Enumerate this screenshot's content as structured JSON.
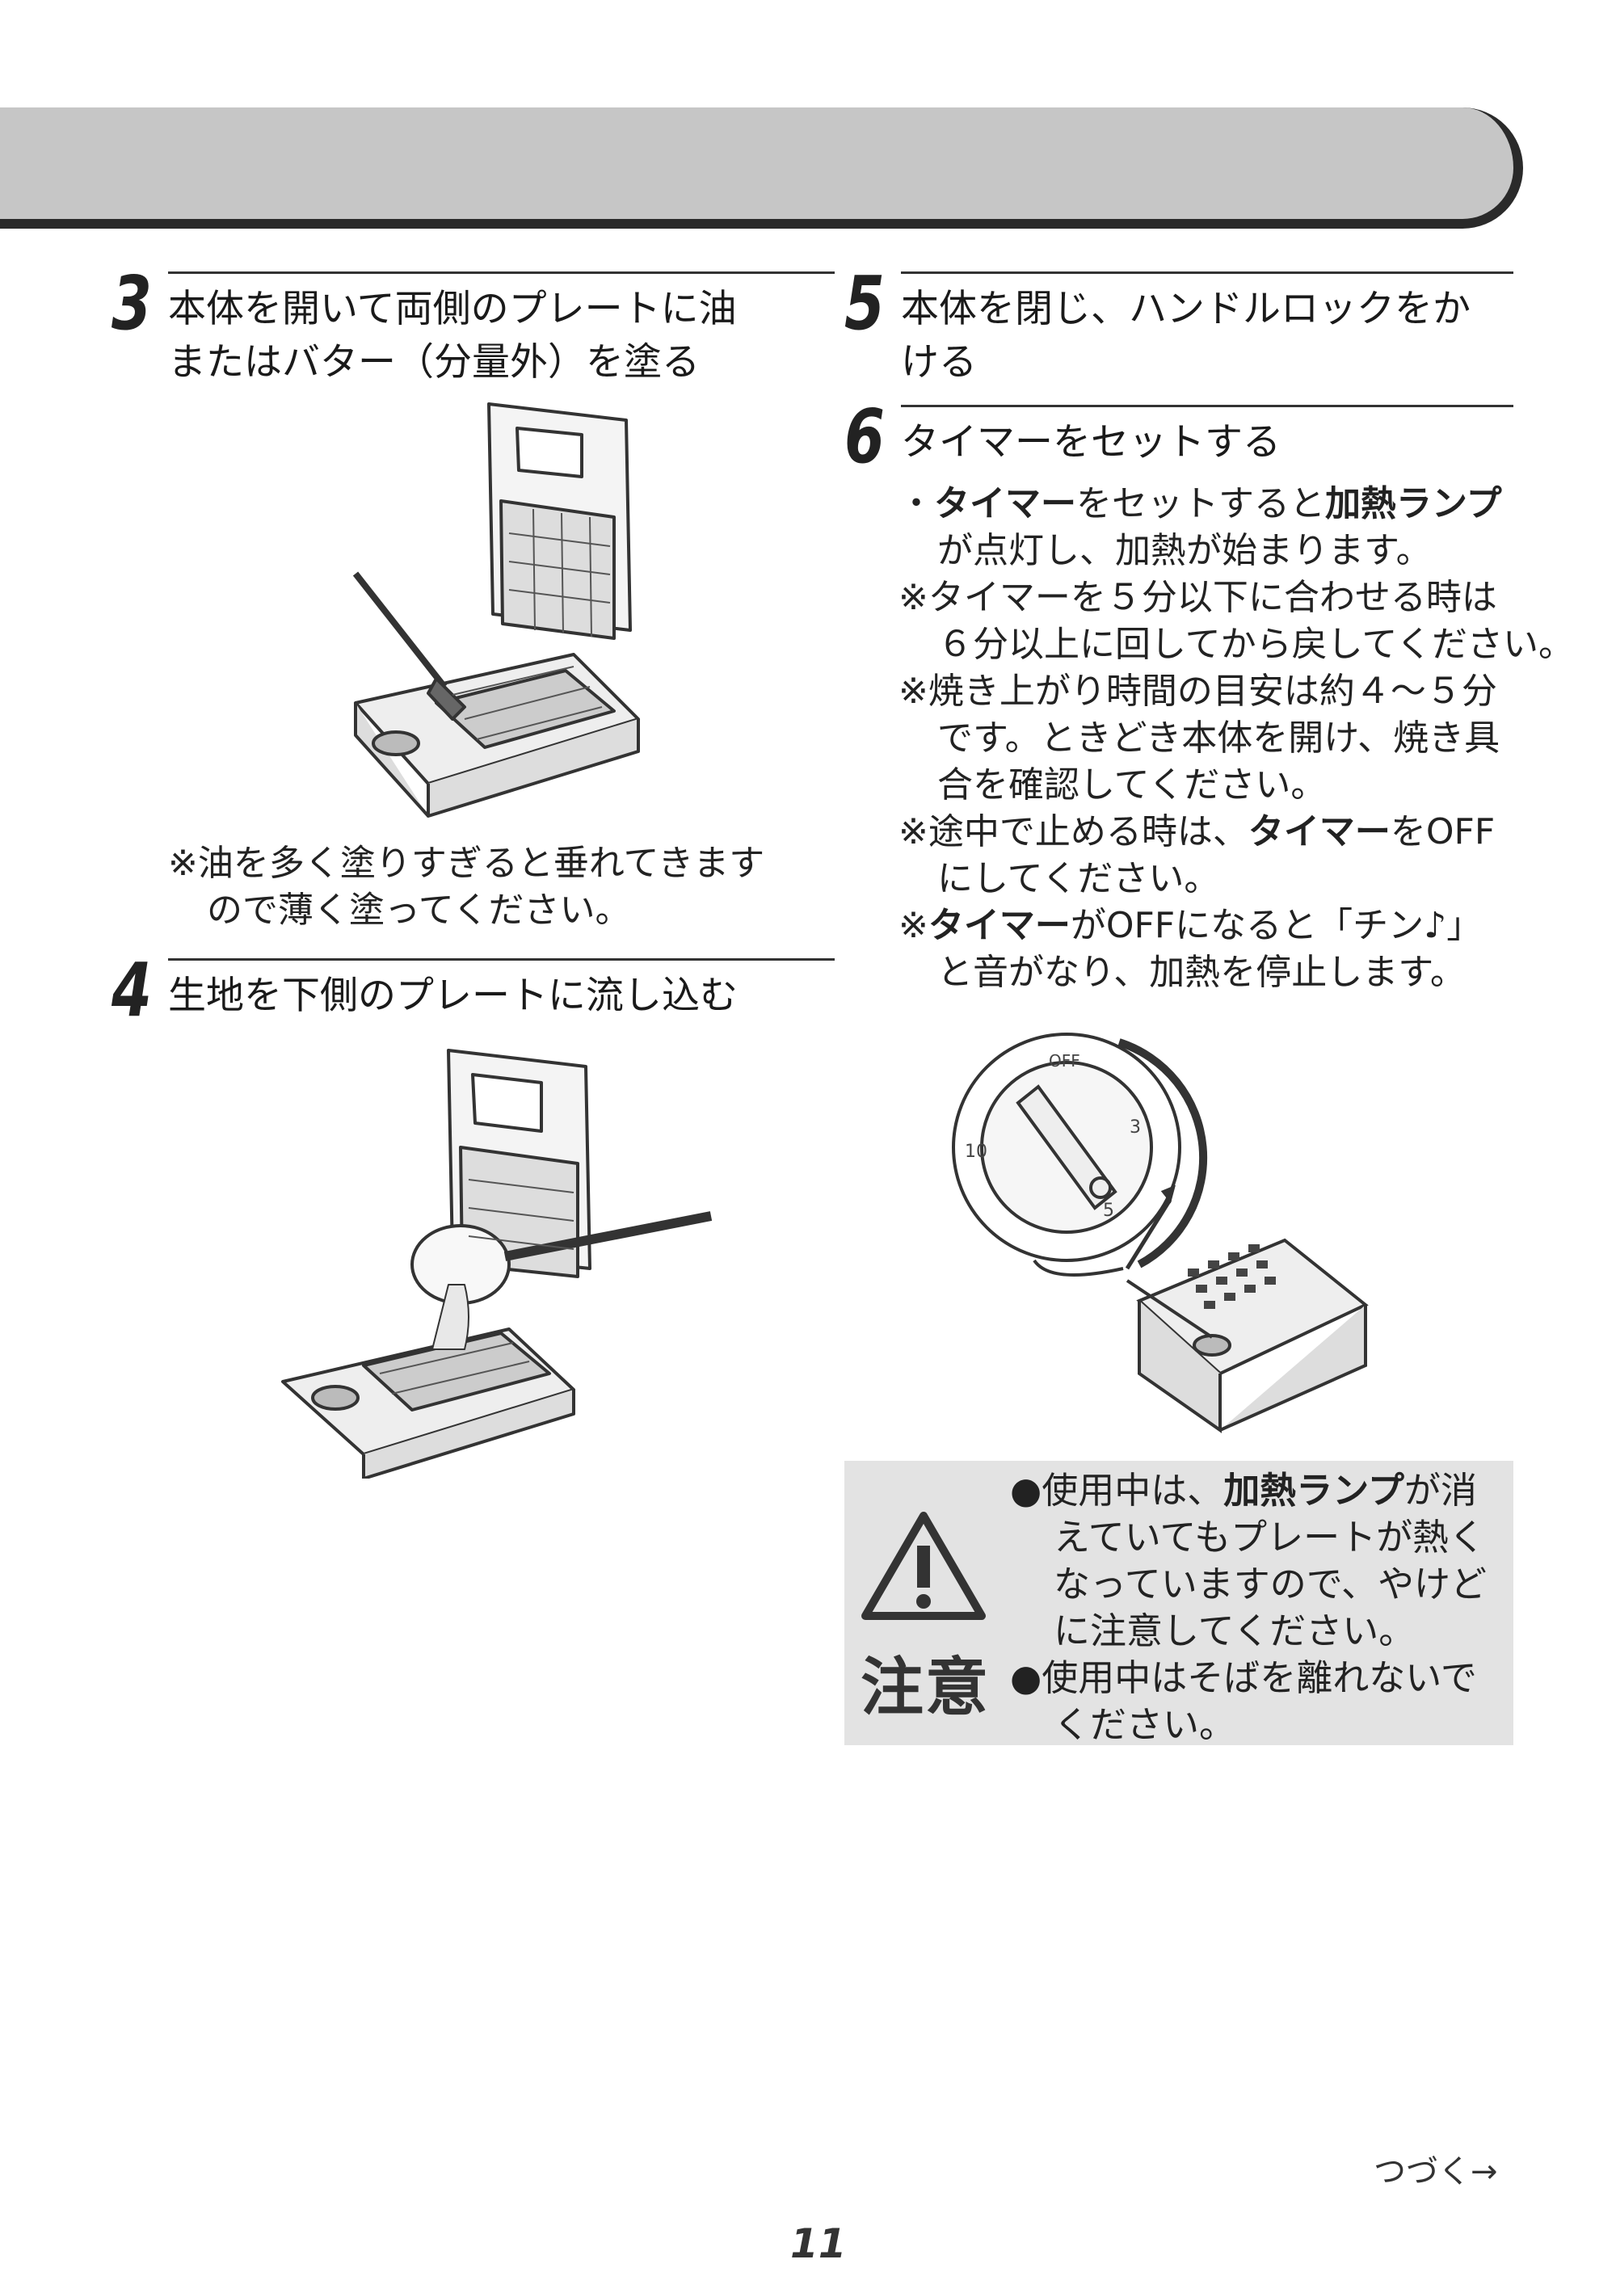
{
  "header": {
    "bar": ""
  },
  "step3": {
    "number": "3",
    "title_line1": "本体を開いて両側のプレートに油",
    "title_line2": "またはバター（分量外）を塗る",
    "note_line1": "※油を多く塗りすぎると垂れてきます",
    "note_line2": "ので薄く塗ってください。"
  },
  "step4": {
    "number": "4",
    "title": "生地を下側のプレートに流し込む"
  },
  "step5": {
    "number": "5",
    "title_line1": "本体を閉じ、ハンドルロックをか",
    "title_line2": "ける"
  },
  "step6": {
    "number": "6",
    "title": "タイマーをセットする",
    "bullet": {
      "mark": "・",
      "kw1": "タイマー",
      "t1": "をセットすると",
      "kw2": "加熱ランプ",
      "line2": "が点灯し、加熱が始まります。"
    },
    "note1_line1": "※タイマーを５分以下に合わせる時は",
    "note1_line2": "６分以上に回してから戻してください。",
    "note2_line1": "※焼き上がり時間の目安は約４〜５分",
    "note2_line2": "です。ときどき本体を開け、焼き具",
    "note2_line3": "合を確認してください。",
    "note3": {
      "pre": "※途中で止める時は、",
      "kw": "タイマー",
      "post": "をOFF",
      "line2": "にしてください。"
    },
    "note4": {
      "pre": "※",
      "kw": "タイマー",
      "post": "がOFFになると「チン♪」",
      "line2": "と音がなり、加熱を停止します。"
    }
  },
  "dial": {
    "off": "OFF",
    "n3": "3",
    "n5": "5",
    "n10": "10"
  },
  "caution": {
    "label": "注意",
    "item1": {
      "bullet": "●",
      "pre": "使用中は、",
      "kw": "加熱ランプ",
      "post": "が消",
      "line2": "えていてもプレートが熱く",
      "line3": "なっていますので、やけど",
      "line4": "に注意してください。"
    },
    "item2": {
      "bullet": "●",
      "line1": "使用中はそばを離れないで",
      "line2": "ください。"
    }
  },
  "footer": {
    "continued": "つづく→",
    "page": "11"
  }
}
